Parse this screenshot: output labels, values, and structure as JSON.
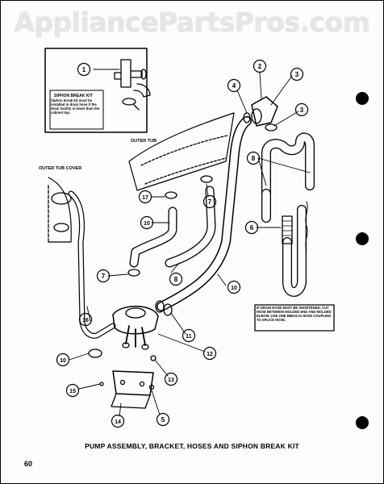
{
  "watermark": "AppliancePartsPros.com",
  "siphon_kit": {
    "title": "SIPHON BREAK KIT",
    "body": "Siphon break kit must be installed in drain hose if the drain facility is lower than the cabinet top."
  },
  "labels": {
    "outer_tub": "OUTER TUB",
    "outer_tub_cover": "OUTER TUB COVER"
  },
  "note": "IF DRAIN HOSE MUST BE SHORTENED, CUT HOSE BETWEEN MOLDED END AND MOLDED ELBOW. USE ONE B8633-21 HOSE COUPLING TO SPLICE HOSE.",
  "callouts": [
    "1",
    "2",
    "3",
    "3",
    "4",
    "7",
    "7",
    "7",
    "8",
    "8",
    "6",
    "10",
    "10",
    "11",
    "12",
    "13",
    "16",
    "17",
    "10",
    "14",
    "5",
    "15"
  ],
  "caption": "PUMP ASSEMBLY, BRACKET, HOSES AND SIPHON BREAK KIT",
  "page_number": "60"
}
